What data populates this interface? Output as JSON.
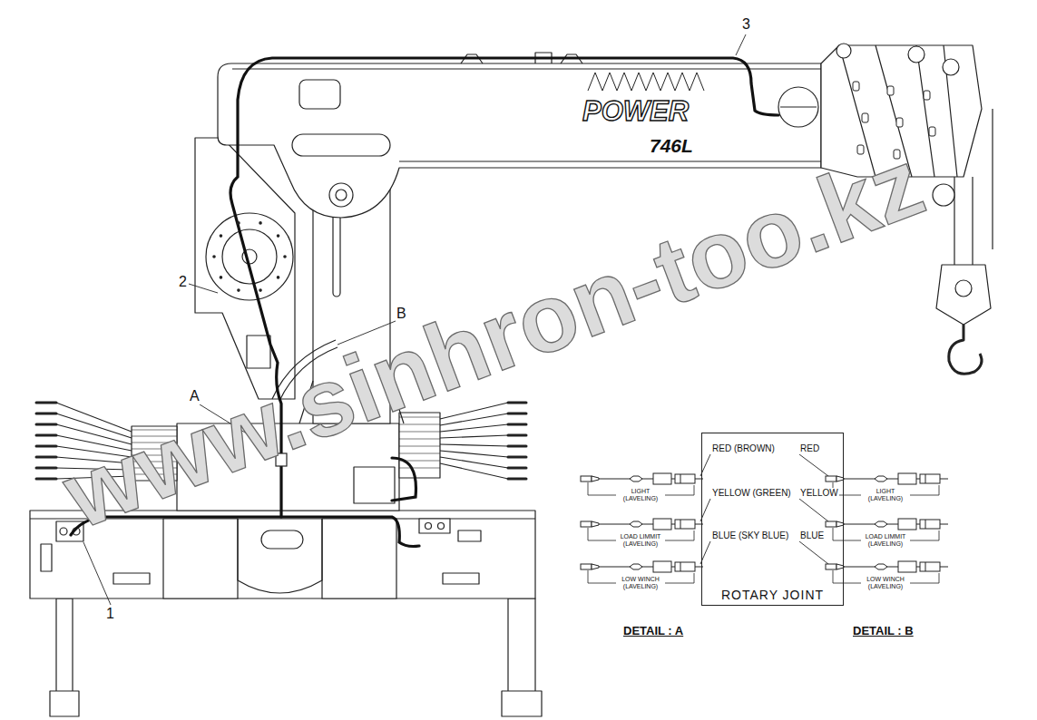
{
  "diagram": {
    "nodes": [
      {
        "text": [
          "ROTARY JOINT"
        ]
      }
    ],
    "labels": [
      "3",
      "POWER",
      "746L",
      "2",
      "B",
      "A",
      "www.sinhron-too.kz",
      "RED (BROWN)",
      "RED",
      "LIGHT (LAVELING)",
      "LIGHT (LAVELING)",
      "YELLOW (GREEN)",
      "YELLOW",
      "LOAD LIMMIT (LAVELING)",
      "LOAD LIMMIT (LAVELING)",
      "BLUE (SKY BLUE)",
      "BLUE",
      "LOW WINCH (LAVELING)",
      "LOW WINCH (LAVELING)",
      "1",
      "DETAIL : A",
      "DETAIL : B"
    ]
  }
}
